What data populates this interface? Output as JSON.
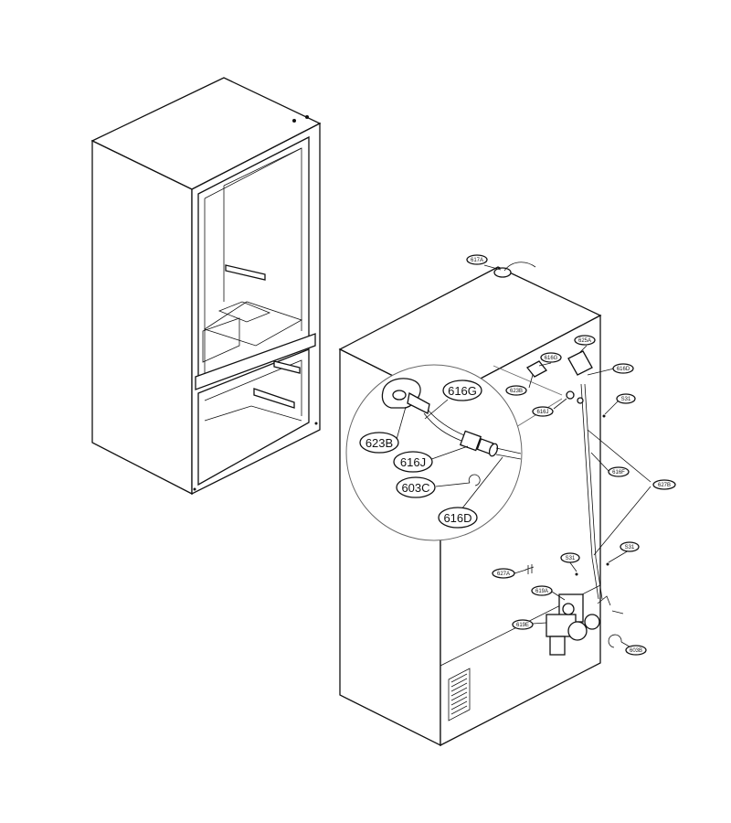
{
  "callouts_small": {
    "c617A": "617A",
    "c616G": "616G",
    "c625A": "625A",
    "c616D": "616D",
    "c623B": "623B",
    "c616J": "616J",
    "cS31a": "S31",
    "c616F": "616F",
    "c627B": "627B",
    "cS31b": "S31",
    "cS31c": "S31",
    "c627A": "627A",
    "c619A": "619A",
    "c619E": "619E",
    "c603B": "603B"
  },
  "callouts_detail": {
    "d616G": "616G",
    "d623B": "623B",
    "d616J": "616J",
    "d603C": "603C",
    "d616D": "616D"
  }
}
